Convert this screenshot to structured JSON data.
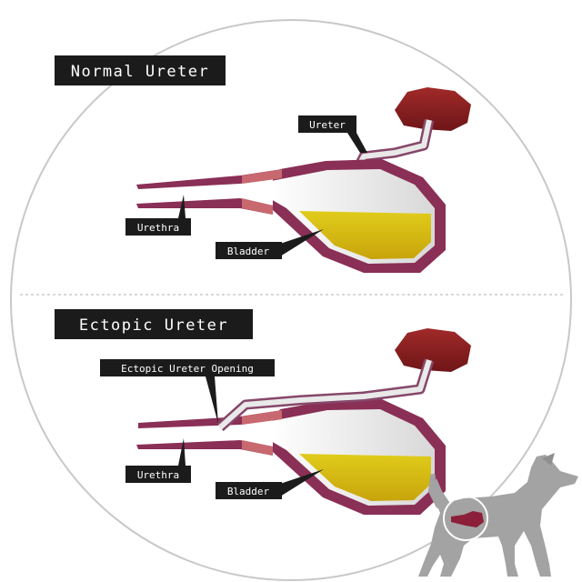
{
  "normal": {
    "title": "Normal Ureter",
    "ureter_label": "Ureter",
    "urethra_label": "Urethra",
    "bladder_label": "Bladder"
  },
  "ectopic": {
    "title": "Ectopic Ureter",
    "opening_label": "Ectopic Ureter Opening",
    "urethra_label": "Urethra",
    "bladder_label": "Bladder"
  },
  "colors": {
    "kidney": "#8c1f22",
    "tissue": "#8a2f56",
    "urethra_pink": "#c8686f",
    "urine": "#dcc514",
    "label_bg": "#1b1b1b",
    "dog": "#a3a3a3",
    "circle": "#c8c8c8"
  }
}
